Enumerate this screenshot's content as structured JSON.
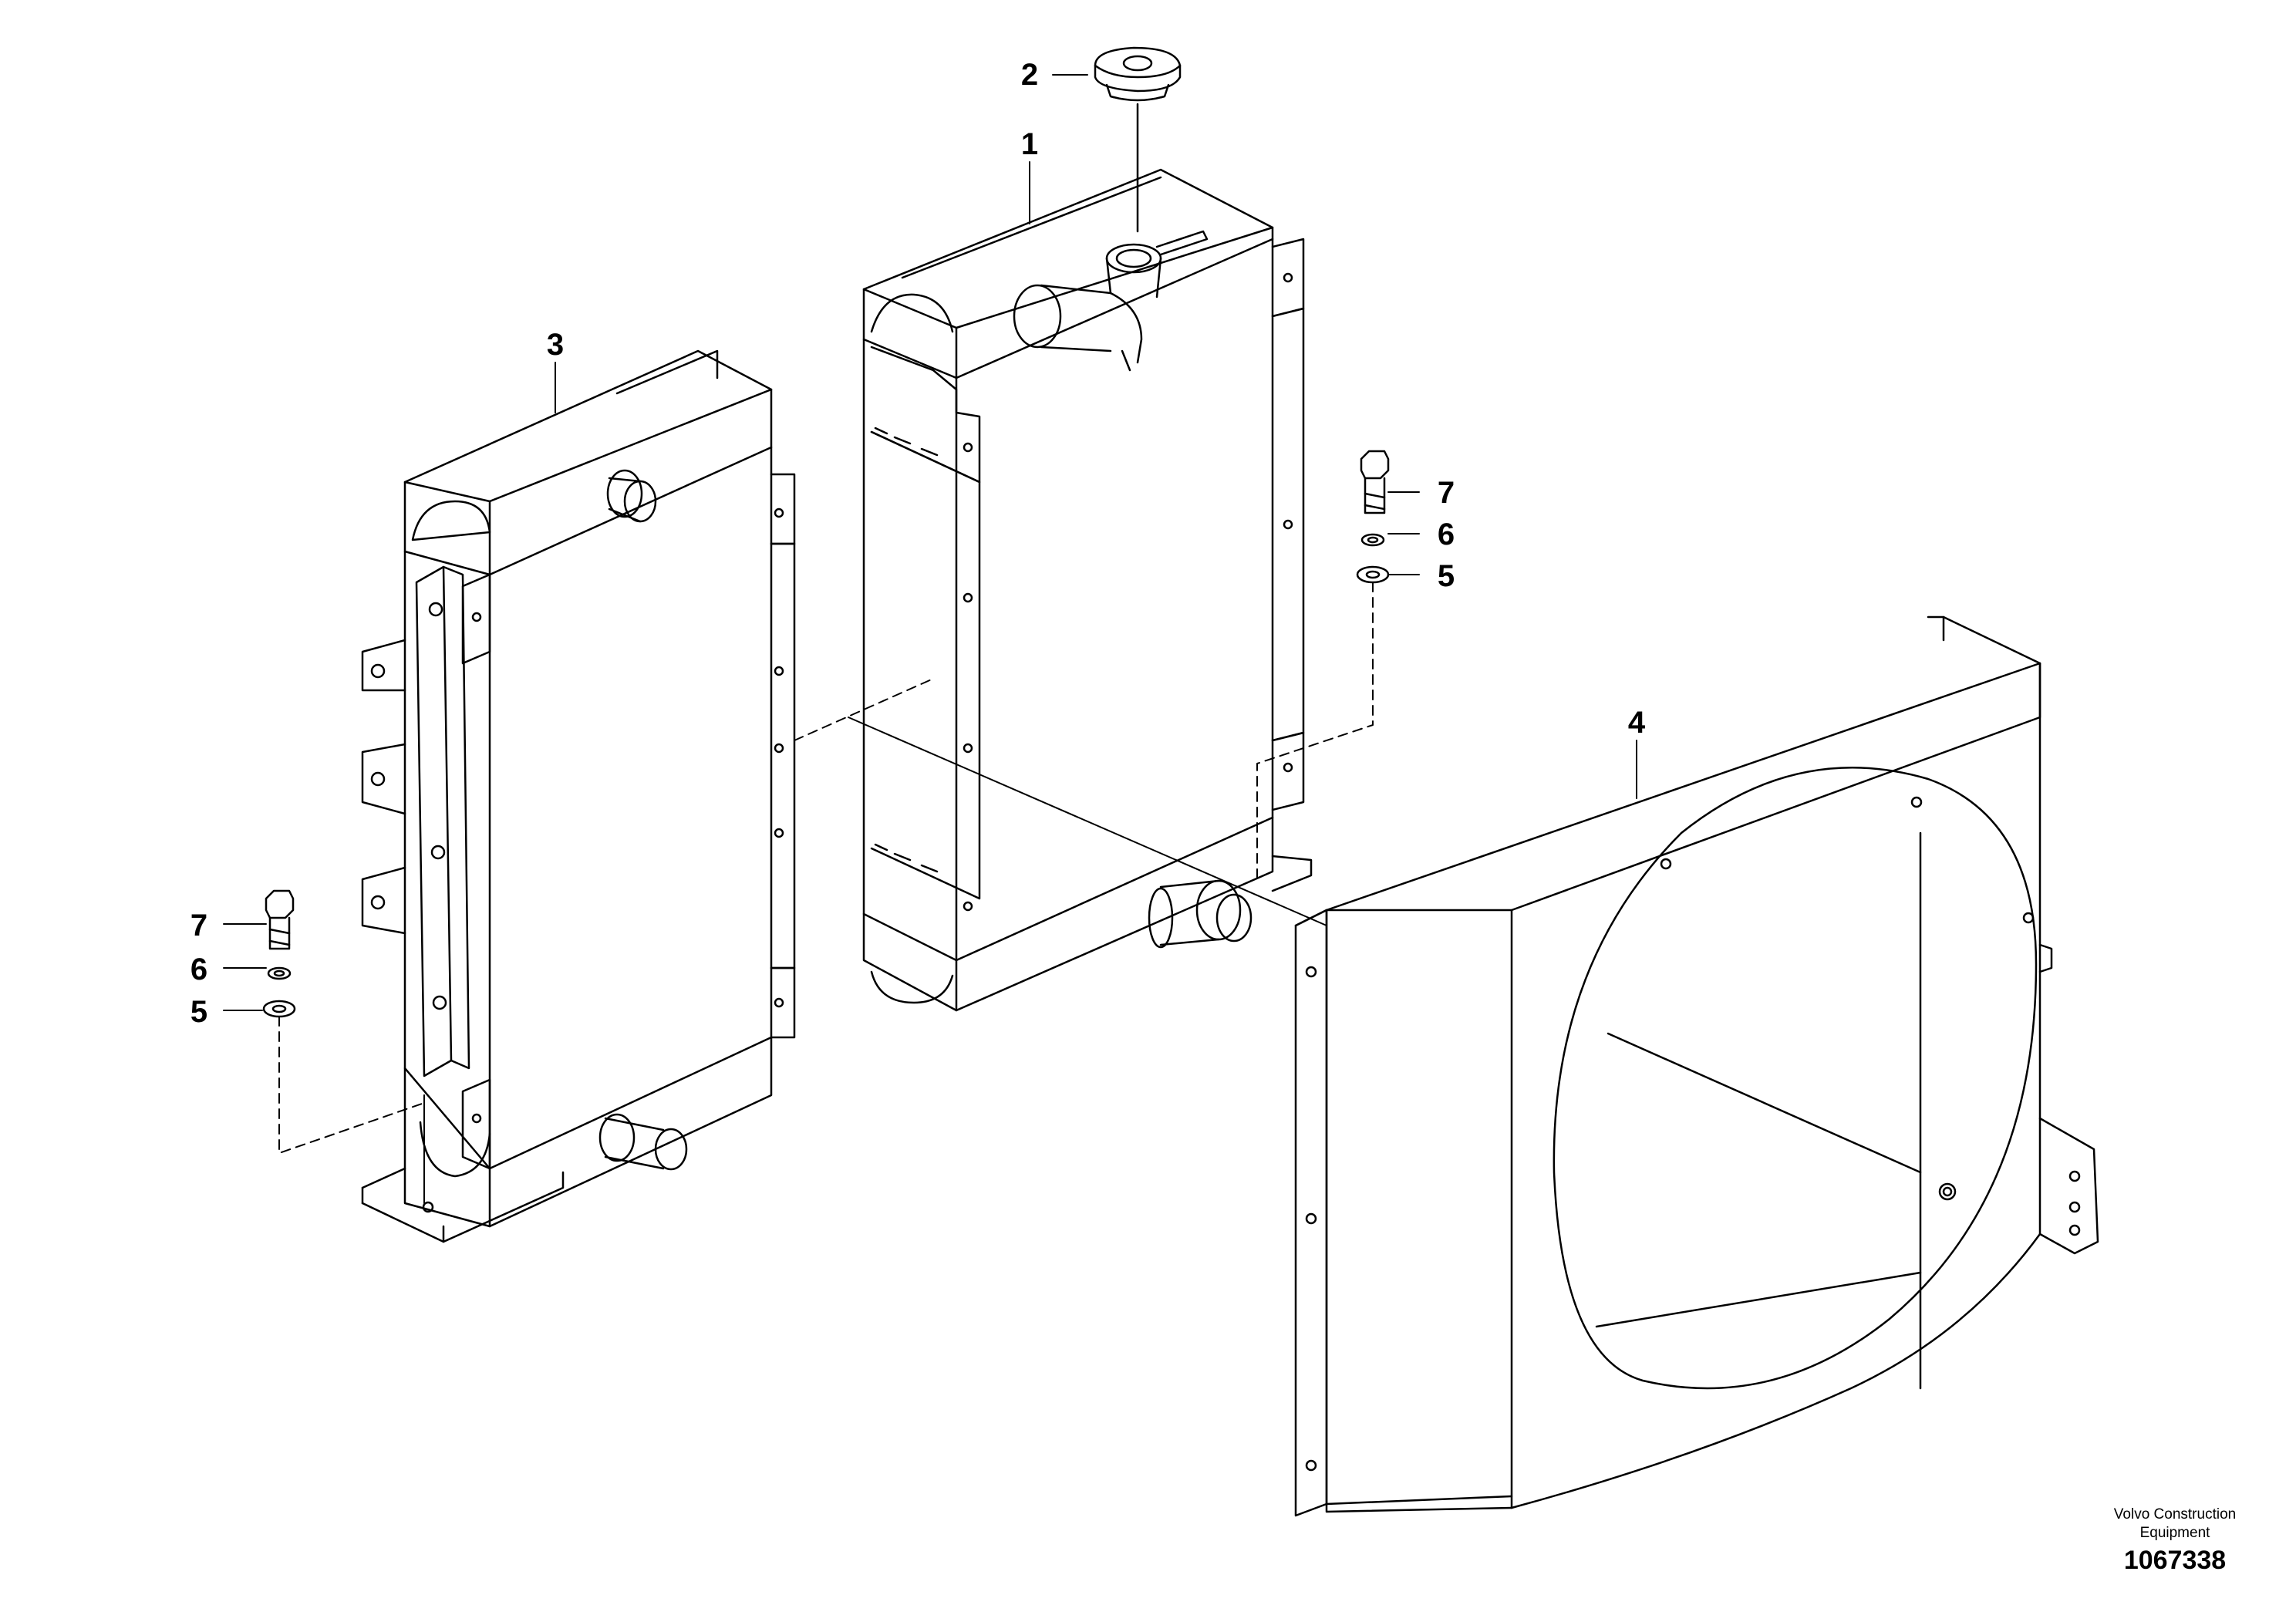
{
  "callouts": {
    "radiator_top": "1",
    "filler_cap": "2",
    "oil_cooler": "3",
    "fan_shroud": "4",
    "washer_right": "5",
    "lock_washer_right": "6",
    "bolt_right": "7",
    "washer_left": "5",
    "lock_washer_left": "6",
    "bolt_left": "7"
  },
  "footer": {
    "brand_line1": "Volvo Construction",
    "brand_line2": "Equipment",
    "document_number": "1067338"
  }
}
